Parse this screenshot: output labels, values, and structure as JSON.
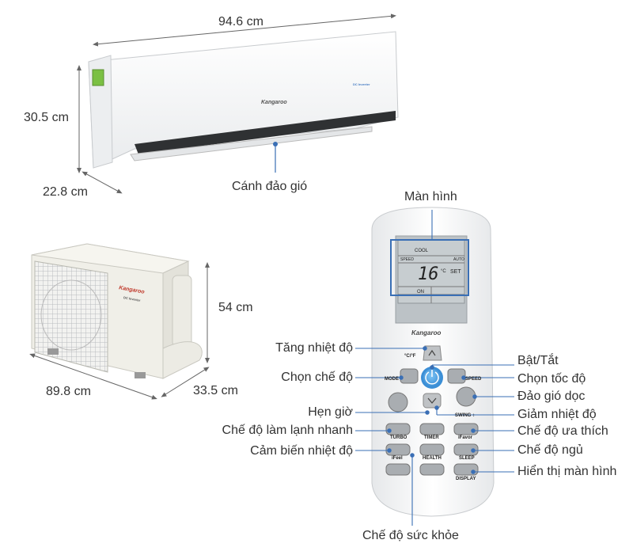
{
  "dimensions": {
    "indoor_width": "94.6 cm",
    "indoor_height": "30.5 cm",
    "indoor_depth": "22.8 cm",
    "outdoor_height": "54 cm",
    "outdoor_width": "89.8 cm",
    "outdoor_depth": "33.5 cm"
  },
  "indoor_unit": {
    "brand": "Kangaroo",
    "inverter_badge": "DC Inverter",
    "louver_label": "Cánh đảo gió"
  },
  "outdoor_unit": {
    "brand": "Kangaroo",
    "badge": "DC Inverter"
  },
  "remote": {
    "screen_label": "Màn hình",
    "brand": "Kangaroo",
    "lcd": {
      "mode": "COOL",
      "speed": "SPEED",
      "auto": "AUTO",
      "temp": "16",
      "unit": "°C",
      "set": "SET",
      "status": "ON"
    },
    "keys": {
      "cf": "°C/°F",
      "mode": "MODE",
      "speed": "SPEED",
      "swing": "SWING ↕",
      "turbo": "TURBO",
      "timer": "TIMER",
      "ifavor": "iFavor",
      "ifeel": "iFeel",
      "health": "HEALTH",
      "sleep": "SLEEP",
      "display": "DISPLAY"
    }
  },
  "callouts": {
    "temp_up": "Tăng nhiệt độ",
    "mode": "Chọn chế độ",
    "timer": "Hẹn giờ",
    "turbo": "Chế độ làm lạnh nhanh",
    "ifeel": "Cảm biến nhiệt độ",
    "health": "Chế độ sức khỏe",
    "power": "Bật/Tắt",
    "speed": "Chọn tốc độ",
    "swing": "Đảo gió dọc",
    "temp_down": "Giảm nhiệt độ",
    "ifavor": "Chế độ ưa thích",
    "sleep": "Chế độ ngủ",
    "display": "Hiển thị màn hình"
  },
  "colors": {
    "callout_line": "#3a6fb5",
    "power_button": "#5aa9e8",
    "lcd_bg": "#c4c9cc",
    "text": "#333333"
  }
}
